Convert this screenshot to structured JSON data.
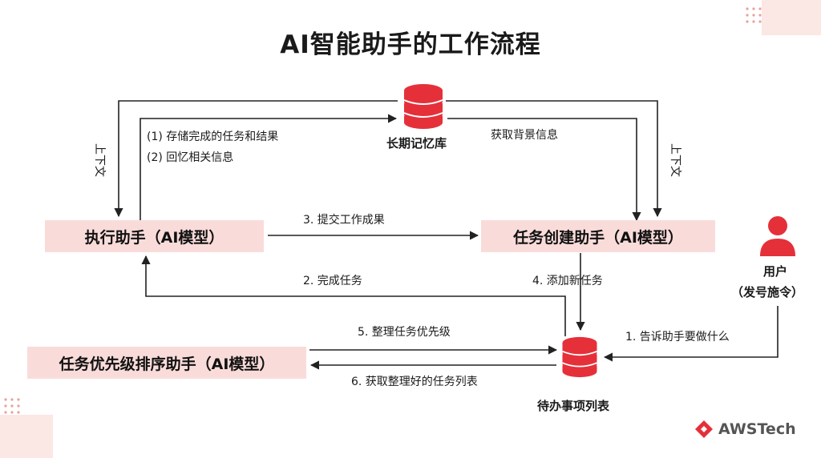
{
  "title": "AI智能助手的工作流程",
  "nodes": {
    "memory_db": "长期记忆库",
    "execution_agent": "执行助手（AI模型）",
    "task_creation_agent": "任务创建助手（AI模型）",
    "prioritization_agent": "任务优先级排序助手（AI模型）",
    "todo_db": "待办事项列表",
    "user_line1": "用户",
    "user_line2": "（发号施令）"
  },
  "edges": {
    "store_1": "(1) 存储完成的任务和结果",
    "store_2": "(2) 回忆相关信息",
    "get_context": "获取背景信息",
    "context_left": "上下文",
    "context_right": "上下文",
    "submit_result": "3. 提交工作成果",
    "complete_task": "2. 完成任务",
    "add_task": "4. 添加新任务",
    "organize_priority": "5. 整理任务优先级",
    "get_sorted": "6. 获取整理好的任务列表",
    "tell_assistant": "1. 告诉助手要做什么"
  },
  "brand": {
    "logo_text": "AWSTech"
  },
  "colors": {
    "accent": "#e5303a",
    "box_fill": "#f9dcda",
    "line": "#222222"
  },
  "icons": [
    "database-icon",
    "user-icon",
    "awstech-logo-icon"
  ]
}
